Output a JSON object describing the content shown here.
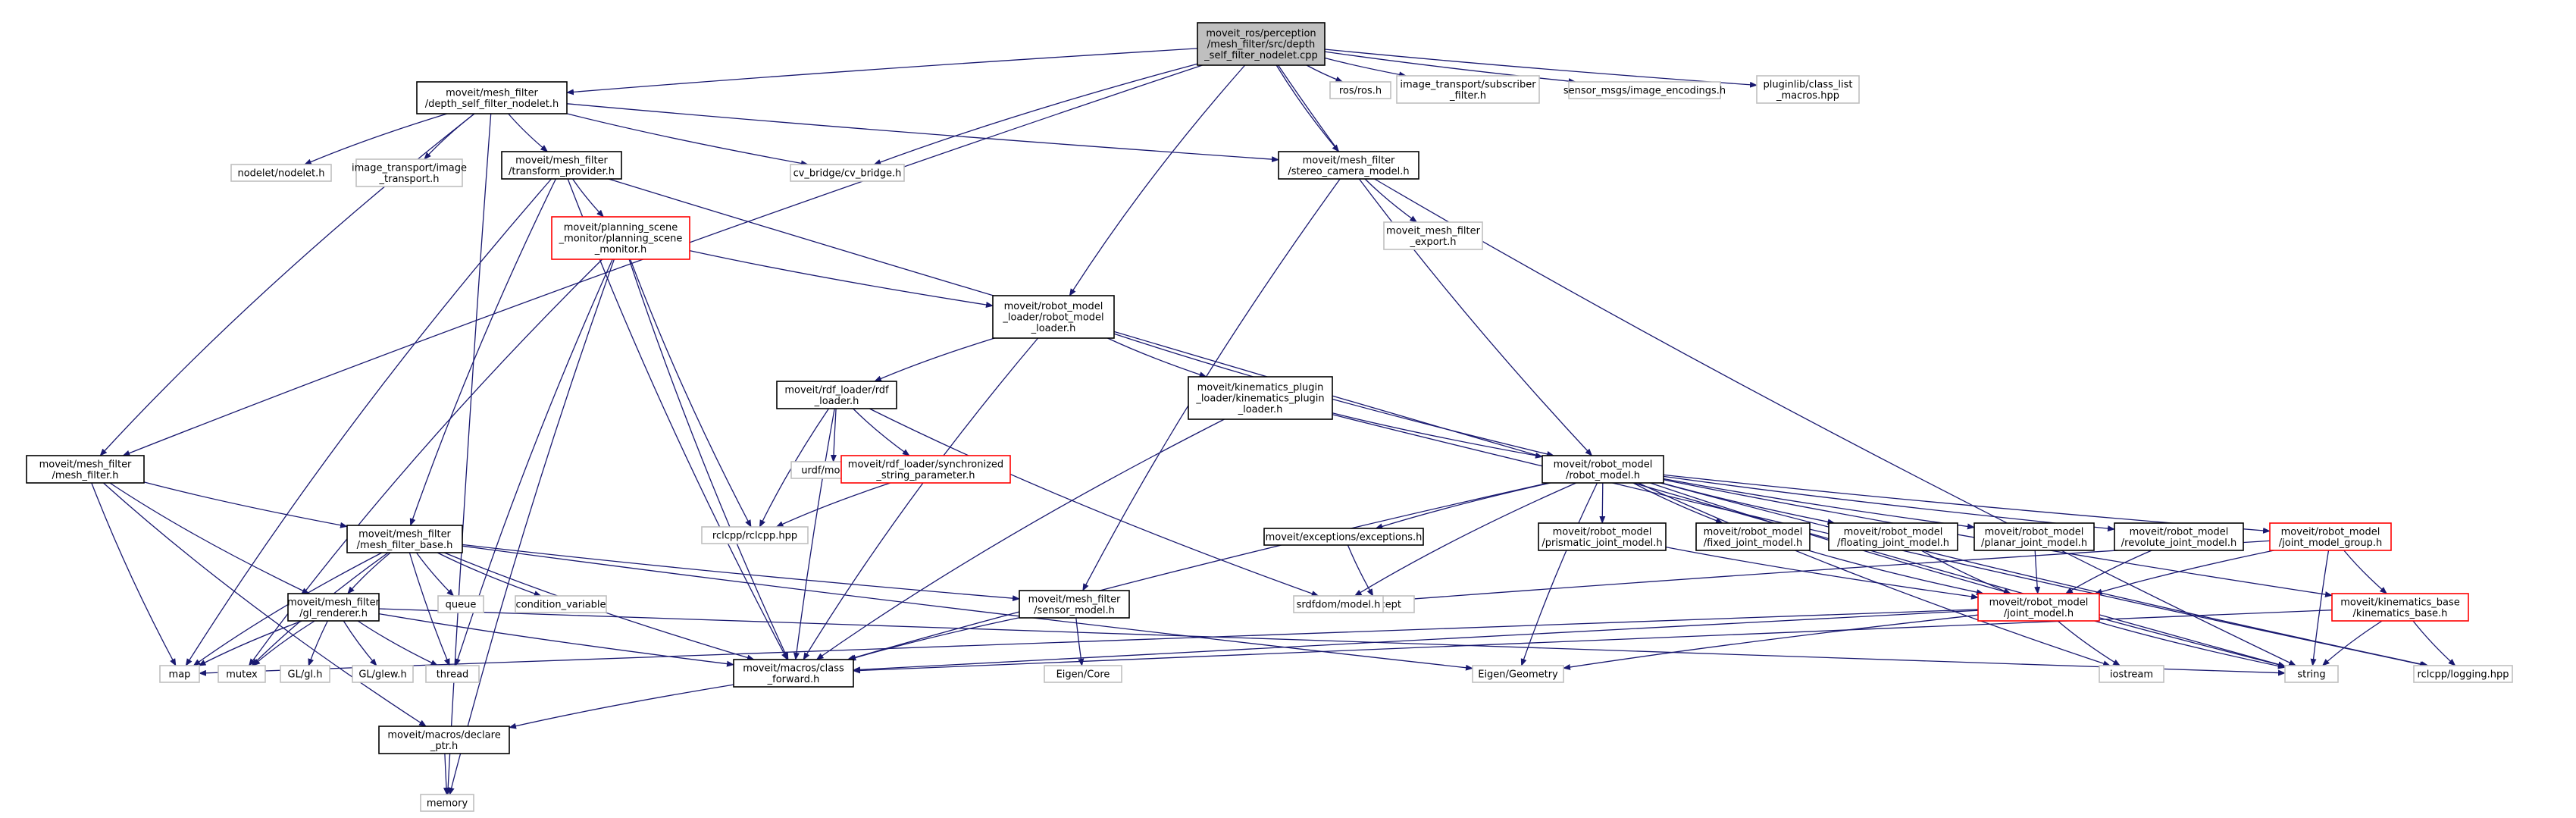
{
  "graph": {
    "kind": "include-dependency-graph",
    "colors": {
      "edge": "#191970",
      "box_normal": "#000000",
      "box_truncated": "#ff0000",
      "box_external": "#bfbfbf",
      "box_root_fill": "#bfbfbf"
    },
    "nodes": [
      {
        "id": "root",
        "lines": [
          "moveit_ros/perception",
          "/mesh_filter/src/depth",
          "_self_filter_nodelet.cpp"
        ],
        "style": "root"
      },
      {
        "id": "dsfn",
        "lines": [
          "moveit/mesh_filter",
          "/depth_self_filter_nodelet.h"
        ],
        "style": "normal"
      },
      {
        "id": "nodelet",
        "lines": [
          "nodelet/nodelet.h"
        ],
        "style": "external"
      },
      {
        "id": "imgtr",
        "lines": [
          "image_transport/image",
          "_transport.h"
        ],
        "style": "external"
      },
      {
        "id": "tp",
        "lines": [
          "moveit/mesh_filter",
          "/transform_provider.h"
        ],
        "style": "normal"
      },
      {
        "id": "cvb",
        "lines": [
          "cv_bridge/cv_bridge.h"
        ],
        "style": "external"
      },
      {
        "id": "scm",
        "lines": [
          "moveit/mesh_filter",
          "/stereo_camera_model.h"
        ],
        "style": "normal"
      },
      {
        "id": "rosh",
        "lines": [
          "ros/ros.h"
        ],
        "style": "external"
      },
      {
        "id": "subf",
        "lines": [
          "image_transport/subscriber",
          "_filter.h"
        ],
        "style": "external"
      },
      {
        "id": "senc",
        "lines": [
          "sensor_msgs/image_encodings.h"
        ],
        "style": "external"
      },
      {
        "id": "pcl",
        "lines": [
          "pluginlib/class_list",
          "_macros.hpp"
        ],
        "style": "external"
      },
      {
        "id": "mfe",
        "lines": [
          "moveit_mesh_filter",
          "_export.h"
        ],
        "style": "external"
      },
      {
        "id": "psm",
        "lines": [
          "moveit/planning_scene",
          "_monitor/planning_scene",
          "_monitor.h"
        ],
        "style": "truncated"
      },
      {
        "id": "rml",
        "lines": [
          "moveit/robot_model",
          "_loader/robot_model",
          "_loader.h"
        ],
        "style": "normal"
      },
      {
        "id": "rdfl",
        "lines": [
          "moveit/rdf_loader/rdf",
          "_loader.h"
        ],
        "style": "normal"
      },
      {
        "id": "kpl",
        "lines": [
          "moveit/kinematics_plugin",
          "_loader/kinematics_plugin",
          "_loader.h"
        ],
        "style": "normal"
      },
      {
        "id": "urdf",
        "lines": [
          "urdf/model.h"
        ],
        "style": "external"
      },
      {
        "id": "ssp",
        "lines": [
          "moveit/rdf_loader/synchronized",
          "_string_parameter.h"
        ],
        "style": "truncated"
      },
      {
        "id": "mf",
        "lines": [
          "moveit/mesh_filter",
          "/mesh_filter.h"
        ],
        "style": "normal"
      },
      {
        "id": "rm",
        "lines": [
          "moveit/robot_model",
          "/robot_model.h"
        ],
        "style": "normal"
      },
      {
        "id": "rclcpp",
        "lines": [
          "rclcpp/rclcpp.hpp"
        ],
        "style": "external"
      },
      {
        "id": "mfb",
        "lines": [
          "moveit/mesh_filter",
          "/mesh_filter_base.h"
        ],
        "style": "normal"
      },
      {
        "id": "queue",
        "lines": [
          "queue"
        ],
        "style": "external"
      },
      {
        "id": "condv",
        "lines": [
          "condition_variable"
        ],
        "style": "external"
      },
      {
        "id": "exc",
        "lines": [
          "moveit/exceptions/exceptions.h"
        ],
        "style": "normal"
      },
      {
        "id": "pjm",
        "lines": [
          "moveit/robot_model",
          "/prismatic_joint_model.h"
        ],
        "style": "normal"
      },
      {
        "id": "fjm",
        "lines": [
          "moveit/robot_model",
          "/fixed_joint_model.h"
        ],
        "style": "normal"
      },
      {
        "id": "flj",
        "lines": [
          "moveit/robot_model",
          "/floating_joint_model.h"
        ],
        "style": "normal"
      },
      {
        "id": "plj",
        "lines": [
          "moveit/robot_model",
          "/planar_joint_model.h"
        ],
        "style": "normal"
      },
      {
        "id": "rvj",
        "lines": [
          "moveit/robot_model",
          "/revolute_joint_model.h"
        ],
        "style": "normal"
      },
      {
        "id": "jmg",
        "lines": [
          "moveit/robot_model",
          "/joint_model_group.h"
        ],
        "style": "truncated"
      },
      {
        "id": "glr",
        "lines": [
          "moveit/mesh_filter",
          "/gl_renderer.h"
        ],
        "style": "normal"
      },
      {
        "id": "sm",
        "lines": [
          "moveit/mesh_filter",
          "/sensor_model.h"
        ],
        "style": "normal"
      },
      {
        "id": "stdexc",
        "lines": [
          "stdexcept"
        ],
        "style": "external"
      },
      {
        "id": "srdf",
        "lines": [
          "srdfdom/model.h"
        ],
        "style": "external"
      },
      {
        "id": "jm",
        "lines": [
          "moveit/robot_model",
          "/joint_model.h"
        ],
        "style": "truncated"
      },
      {
        "id": "kb",
        "lines": [
          "moveit/kinematics_base",
          "/kinematics_base.h"
        ],
        "style": "truncated"
      },
      {
        "id": "map",
        "lines": [
          "map"
        ],
        "style": "external"
      },
      {
        "id": "mutex",
        "lines": [
          "mutex"
        ],
        "style": "external"
      },
      {
        "id": "glh",
        "lines": [
          "GL/gl.h"
        ],
        "style": "external"
      },
      {
        "id": "glew",
        "lines": [
          "GL/glew.h"
        ],
        "style": "external"
      },
      {
        "id": "thread",
        "lines": [
          "thread"
        ],
        "style": "external"
      },
      {
        "id": "cf",
        "lines": [
          "moveit/macros/class",
          "_forward.h"
        ],
        "style": "normal"
      },
      {
        "id": "eigc",
        "lines": [
          "Eigen/Core"
        ],
        "style": "external"
      },
      {
        "id": "eigg",
        "lines": [
          "Eigen/Geometry"
        ],
        "style": "external"
      },
      {
        "id": "iostream",
        "lines": [
          "iostream"
        ],
        "style": "external"
      },
      {
        "id": "string",
        "lines": [
          "string"
        ],
        "style": "external"
      },
      {
        "id": "rcllog",
        "lines": [
          "rclcpp/logging.hpp"
        ],
        "style": "external"
      },
      {
        "id": "dp",
        "lines": [
          "moveit/macros/declare",
          "_ptr.h"
        ],
        "style": "normal"
      },
      {
        "id": "memory",
        "lines": [
          "memory"
        ],
        "style": "external"
      }
    ],
    "edges": [
      [
        "root",
        "dsfn"
      ],
      [
        "root",
        "mf"
      ],
      [
        "root",
        "cvb"
      ],
      [
        "root",
        "scm"
      ],
      [
        "root",
        "rosh"
      ],
      [
        "root",
        "subf"
      ],
      [
        "root",
        "senc"
      ],
      [
        "root",
        "pcl"
      ],
      [
        "root",
        "rml"
      ],
      [
        "root",
        "rm"
      ],
      [
        "dsfn",
        "nodelet"
      ],
      [
        "dsfn",
        "imgtr"
      ],
      [
        "dsfn",
        "tp"
      ],
      [
        "dsfn",
        "cvb"
      ],
      [
        "dsfn",
        "scm"
      ],
      [
        "dsfn",
        "mf"
      ],
      [
        "dsfn",
        "memory"
      ],
      [
        "tp",
        "psm"
      ],
      [
        "tp",
        "mfb"
      ],
      [
        "tp",
        "map"
      ],
      [
        "tp",
        "cf"
      ],
      [
        "tp",
        "string"
      ],
      [
        "scm",
        "mfe"
      ],
      [
        "scm",
        "sm"
      ],
      [
        "scm",
        "string"
      ],
      [
        "psm",
        "rml"
      ],
      [
        "psm",
        "rclcpp"
      ],
      [
        "psm",
        "mutex"
      ],
      [
        "psm",
        "thread"
      ],
      [
        "psm",
        "cf"
      ],
      [
        "psm",
        "memory"
      ],
      [
        "rml",
        "rdfl"
      ],
      [
        "rml",
        "kpl"
      ],
      [
        "rml",
        "rm"
      ],
      [
        "rml",
        "cf"
      ],
      [
        "rdfl",
        "urdf"
      ],
      [
        "rdfl",
        "ssp"
      ],
      [
        "rdfl",
        "rclcpp"
      ],
      [
        "rdfl",
        "srdf"
      ],
      [
        "rdfl",
        "cf"
      ],
      [
        "ssp",
        "rclcpp"
      ],
      [
        "kpl",
        "rm"
      ],
      [
        "kpl",
        "rcllog"
      ],
      [
        "kpl",
        "cf"
      ],
      [
        "mf",
        "mfb"
      ],
      [
        "mf",
        "glr"
      ],
      [
        "mf",
        "map"
      ],
      [
        "mf",
        "dp"
      ],
      [
        "mfb",
        "glr"
      ],
      [
        "mfb",
        "sm"
      ],
      [
        "mfb",
        "queue"
      ],
      [
        "mfb",
        "condv"
      ],
      [
        "mfb",
        "map"
      ],
      [
        "mfb",
        "mutex"
      ],
      [
        "mfb",
        "thread"
      ],
      [
        "mfb",
        "cf"
      ],
      [
        "mfb",
        "eigg"
      ],
      [
        "glr",
        "map"
      ],
      [
        "glr",
        "mutex"
      ],
      [
        "glr",
        "glh"
      ],
      [
        "glr",
        "glew"
      ],
      [
        "glr",
        "thread"
      ],
      [
        "glr",
        "cf"
      ],
      [
        "glr",
        "string"
      ],
      [
        "sm",
        "cf"
      ],
      [
        "sm",
        "eigc"
      ],
      [
        "rm",
        "exc"
      ],
      [
        "rm",
        "pjm"
      ],
      [
        "rm",
        "fjm"
      ],
      [
        "rm",
        "flj"
      ],
      [
        "rm",
        "plj"
      ],
      [
        "rm",
        "rvj"
      ],
      [
        "rm",
        "jmg"
      ],
      [
        "rm",
        "kb"
      ],
      [
        "rm",
        "srdf"
      ],
      [
        "rm",
        "eigg"
      ],
      [
        "rm",
        "iostream"
      ],
      [
        "rm",
        "rcllog"
      ],
      [
        "rm",
        "cf"
      ],
      [
        "rm",
        "string"
      ],
      [
        "exc",
        "stdexc"
      ],
      [
        "pjm",
        "jm"
      ],
      [
        "fjm",
        "jm"
      ],
      [
        "flj",
        "jm"
      ],
      [
        "plj",
        "jm"
      ],
      [
        "rvj",
        "jm"
      ],
      [
        "jmg",
        "jm"
      ],
      [
        "jmg",
        "kb"
      ],
      [
        "jmg",
        "srdf"
      ],
      [
        "jmg",
        "string"
      ],
      [
        "jm",
        "map"
      ],
      [
        "jm",
        "cf"
      ],
      [
        "jm",
        "eigg"
      ],
      [
        "jm",
        "iostream"
      ],
      [
        "jm",
        "string"
      ],
      [
        "kb",
        "cf"
      ],
      [
        "kb",
        "string"
      ],
      [
        "kb",
        "rcllog"
      ],
      [
        "cf",
        "dp"
      ],
      [
        "dp",
        "memory"
      ]
    ]
  }
}
